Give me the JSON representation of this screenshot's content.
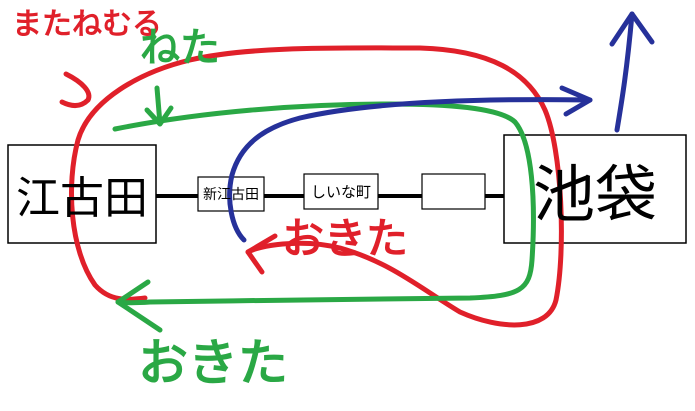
{
  "stations": {
    "ekoda": "江古田",
    "shin_egota": "新江古田",
    "shiinamachi": "しいな町",
    "blank": "",
    "ikebukuro": "池袋"
  },
  "annotations": {
    "matanemuru": "またねむる",
    "neta": "ねた",
    "okita_red": "おきた",
    "okita_green": "おきた"
  },
  "colors": {
    "red": "#e0202a",
    "green": "#2aa845",
    "blue": "#26319a",
    "line": "#000000"
  }
}
